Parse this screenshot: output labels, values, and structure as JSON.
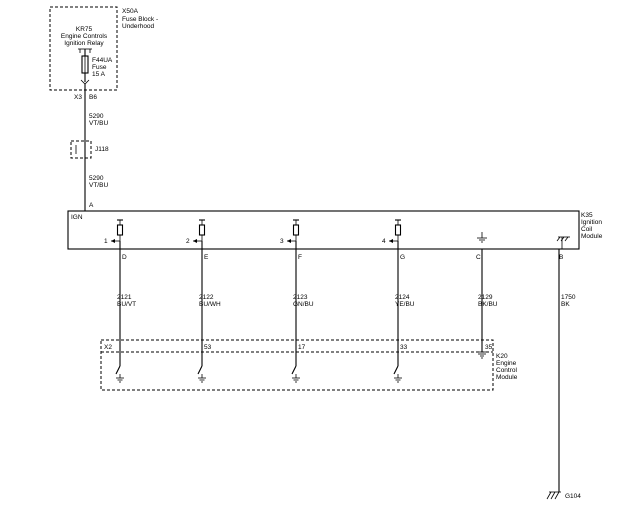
{
  "fuse_block": {
    "id": "X50A",
    "title": "Fuse Block -",
    "subtitle": "Underhood",
    "relay_id": "KR75",
    "relay_name_1": "Engine Controls",
    "relay_name_2": "Ignition Relay",
    "fuse_id": "F44UA",
    "fuse_word": "Fuse",
    "fuse_rating": "15 A",
    "connector": "X3",
    "pin": "B6"
  },
  "top_wire": {
    "circuit_a": "5290",
    "color_a": "VT/BU",
    "splice": "J118",
    "circuit_b": "5290",
    "color_b": "VT/BU",
    "pin": "A"
  },
  "coil_module": {
    "id": "K35",
    "name_1": "Ignition",
    "name_2": "Coil",
    "name_3": "Module",
    "ign_label": "IGN"
  },
  "channels": [
    {
      "driver": "1",
      "pin": "D",
      "circuit": "2121",
      "color": "BU/VT",
      "ecm_pin": "X2"
    },
    {
      "driver": "2",
      "pin": "E",
      "circuit": "2122",
      "color": "BU/WH",
      "ecm_pin": "53"
    },
    {
      "driver": "3",
      "pin": "F",
      "circuit": "2123",
      "color": "GN/BU",
      "ecm_pin": "17"
    },
    {
      "driver": "4",
      "pin": "G",
      "circuit": "2124",
      "color": "YE/BU",
      "ecm_pin": "33"
    }
  ],
  "ground_c": {
    "pin": "C",
    "circuit": "2129",
    "color": "BK/BU",
    "ecm_pin": "35"
  },
  "ground_b": {
    "pin": "B",
    "circuit": "1750",
    "color": "BK",
    "ground_id": "G104"
  },
  "ecm": {
    "id": "K20",
    "name_1": "Engine",
    "name_2": "Control",
    "name_3": "Module"
  }
}
